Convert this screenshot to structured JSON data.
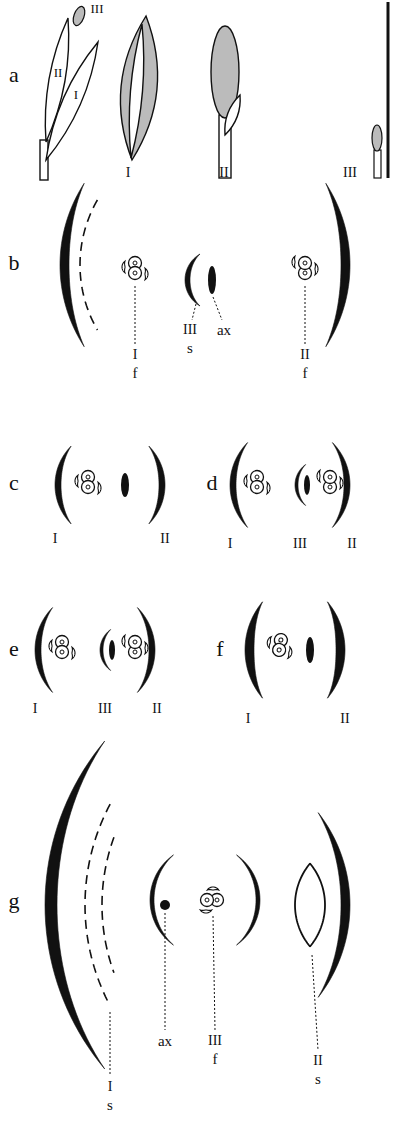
{
  "diagram": {
    "labels": [
      "a",
      "III",
      "II",
      "I",
      "I",
      "II",
      "III",
      "b",
      "I",
      "f",
      "III",
      "s",
      "ax",
      "II",
      "f",
      "c",
      "I",
      "II",
      "d",
      "I",
      "III",
      "II",
      "e",
      "I",
      "III",
      "II",
      "f",
      "I",
      "II",
      "g",
      "ax",
      "III",
      "f",
      "I",
      "s",
      "II",
      "s"
    ]
  }
}
